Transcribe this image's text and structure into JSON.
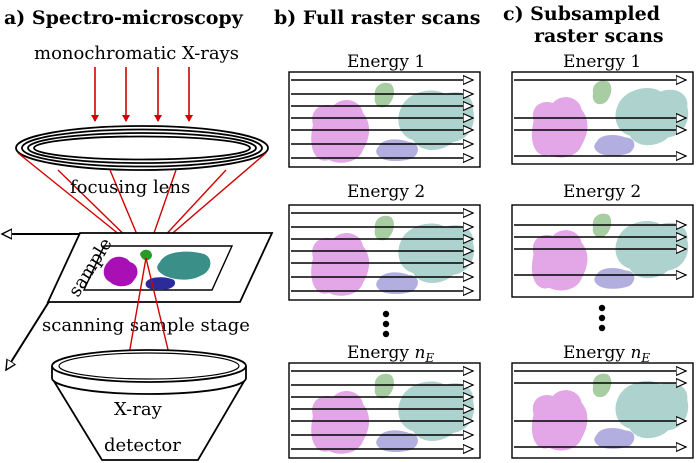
{
  "panel_a": {
    "heading": "a) Spectro-microscopy",
    "xray_label": "monochromatic X-rays",
    "lens_label": "focusing lens",
    "sample_label": "sample",
    "stage_label": "scanning sample stage",
    "detector_label_1": "X-ray",
    "detector_label_2": "detector"
  },
  "panel_b": {
    "heading": "b) Full raster scans",
    "energy_labels": [
      "Energy 1",
      "Energy 2",
      "Energy n_E"
    ]
  },
  "panel_c": {
    "heading_1": "c) Subsampled",
    "heading_2": "raster scans",
    "energy_labels": [
      "Energy 1",
      "Energy 2",
      "Energy n_E"
    ]
  },
  "colors": {
    "xray_red": "#d40000",
    "blob_pink": "#e3a6e6",
    "blob_green": "#a8cda2",
    "blob_teal": "#aed3cf",
    "blob_lavender": "#b3aee0",
    "sample_magenta": "#a80fb5",
    "sample_green": "#2a9a28",
    "sample_teal": "#3a8f88",
    "sample_navy": "#2b2b9c"
  }
}
